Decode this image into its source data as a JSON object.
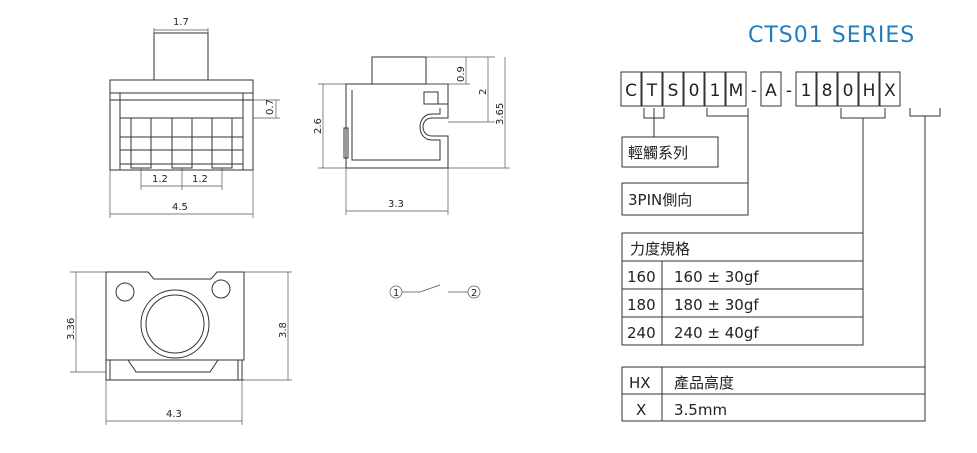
{
  "title": "CTS01  SERIES",
  "title_color": "#1e7fc0",
  "part_code_chars": [
    "C",
    "T",
    "S",
    "0",
    "1",
    "M",
    "-",
    "A",
    "-",
    "1",
    "8",
    "0",
    "H",
    "X"
  ],
  "table_series": {
    "label": "輕觸系列"
  },
  "table_type": {
    "label": "3PIN側向"
  },
  "table_force": {
    "header": "力度規格",
    "rows": [
      {
        "code": "160",
        "value": "160 ± 30gf"
      },
      {
        "code": "180",
        "value": "180 ± 30gf"
      },
      {
        "code": "240",
        "value": "240 ± 40gf"
      }
    ]
  },
  "table_height": {
    "rows": [
      {
        "code": "HX",
        "value": "產品高度"
      },
      {
        "code": "X",
        "value": "3.5mm"
      }
    ]
  },
  "dimensions": {
    "front_top_width": "1.7",
    "front_right_height": "0.7",
    "pin_pitch_left": "1.2",
    "pin_pitch_right": "1.2",
    "front_total_width": "4.5",
    "side_height_left": "2.6",
    "side_top_offset": "0.9",
    "side_height_mid": "2",
    "side_total_height": "3.65",
    "side_width": "3.3",
    "bottom_left_height": "3.36",
    "bottom_right_height": "3.8",
    "bottom_width": "4.3"
  },
  "schematic": {
    "pin1": "1",
    "pin2": "2"
  }
}
